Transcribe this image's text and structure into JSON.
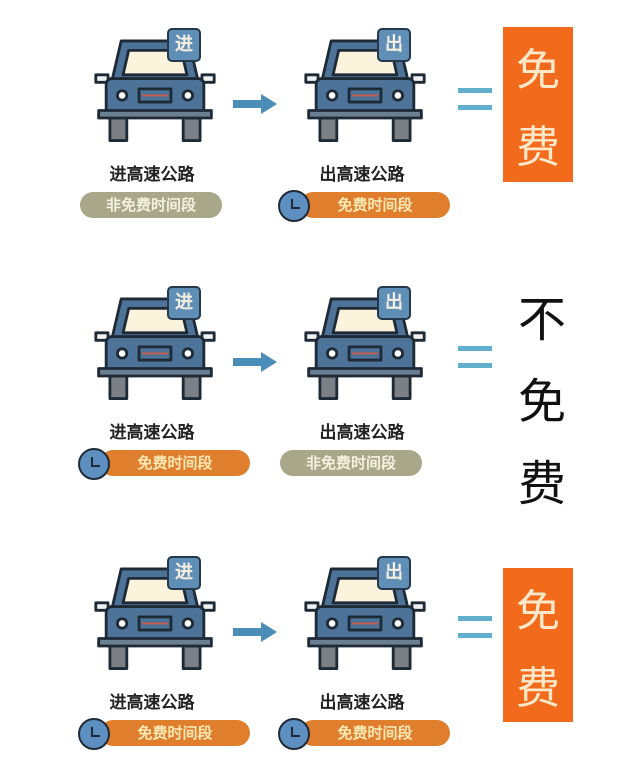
{
  "rows": [
    {
      "enter": {
        "tag": "进",
        "label": "进高速公路",
        "badge": "非免费时间段",
        "clock": false
      },
      "exit": {
        "tag": "出",
        "label": "出高速公路",
        "badge": "免费时间段",
        "clock": true
      },
      "result": [
        "免",
        "费"
      ],
      "free": true
    },
    {
      "enter": {
        "tag": "进",
        "label": "进高速公路",
        "badge": "免费时间段",
        "clock": true
      },
      "exit": {
        "tag": "出",
        "label": "出高速公路",
        "badge": "非免费时间段",
        "clock": false
      },
      "result": [
        "不",
        "免",
        "费"
      ],
      "free": false
    },
    {
      "enter": {
        "tag": "进",
        "label": "进高速公路",
        "badge": "免费时间段",
        "clock": true
      },
      "exit": {
        "tag": "出",
        "label": "出高速公路",
        "badge": "免费时间段",
        "clock": true
      },
      "result": [
        "免",
        "费"
      ],
      "free": true
    }
  ],
  "colors": {
    "car": "#4d7399",
    "outline": "#1e2a36",
    "orange": "#f26a1b",
    "badge_orange": "#df7f2e",
    "badge_grey": "#a9a789",
    "arrow": "#4a8db8",
    "equals": "#62aecd"
  }
}
